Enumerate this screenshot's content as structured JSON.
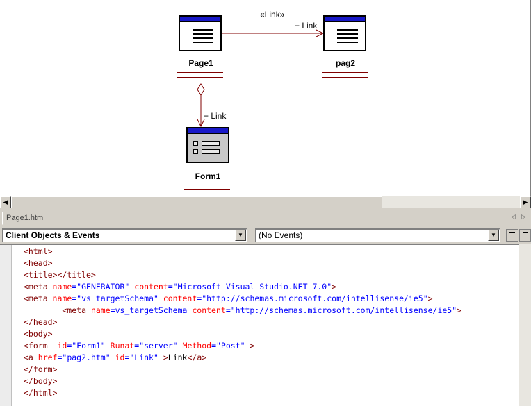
{
  "diagram": {
    "nodes": [
      {
        "id": "page1",
        "label": "Page1",
        "kind": "page"
      },
      {
        "id": "pag2",
        "label": "pag2",
        "kind": "page"
      },
      {
        "id": "form1",
        "label": "Form1",
        "kind": "form"
      }
    ],
    "connectors": [
      {
        "from": "Page1",
        "to": "pag2",
        "stereotype": "«Link»",
        "role": "+ Link"
      },
      {
        "from": "Page1",
        "to": "Form1",
        "role": "+ Link",
        "end": "aggregation"
      }
    ]
  },
  "tab": {
    "label": "Page1.htm"
  },
  "objects_combo": {
    "value": "Client Objects & Events"
  },
  "events_combo": {
    "value": "(No Events)"
  },
  "icons": {
    "scroll_left": "left-arrow-icon",
    "scroll_right": "right-arrow-icon",
    "combo_dropdown": "chevron-down-icon",
    "tab_prev": "triangle-left-icon",
    "tab_next": "triangle-right-icon"
  },
  "colors": {
    "tag": "#800000",
    "attr": "#ff0000",
    "value": "#0000ff",
    "text": "#000000",
    "connector": "#800000",
    "title_bar": "#1818c8"
  },
  "code": {
    "lines": [
      [
        {
          "t": "<html>",
          "c": "tag"
        }
      ],
      [
        {
          "t": "<head>",
          "c": "tag"
        }
      ],
      [
        {
          "t": "<title></title>",
          "c": "tag"
        }
      ],
      [
        {
          "t": "<meta ",
          "c": "tag"
        },
        {
          "t": "name",
          "c": "attr"
        },
        {
          "t": "=\"GENERATOR\" ",
          "c": "value"
        },
        {
          "t": "content",
          "c": "attr"
        },
        {
          "t": "=\"Microsoft Visual Studio.NET 7.0\"",
          "c": "value"
        },
        {
          "t": ">",
          "c": "tag"
        }
      ],
      [
        {
          "t": "<meta ",
          "c": "tag"
        },
        {
          "t": "name",
          "c": "attr"
        },
        {
          "t": "=\"vs_targetSchema\" ",
          "c": "value"
        },
        {
          "t": "content",
          "c": "attr"
        },
        {
          "t": "=\"http://schemas.microsoft.com/intellisense/ie5\"",
          "c": "value"
        },
        {
          "t": ">",
          "c": "tag"
        }
      ],
      [
        {
          "t": "        <meta ",
          "c": "tag"
        },
        {
          "t": "name",
          "c": "attr"
        },
        {
          "t": "=vs_targetSchema ",
          "c": "value"
        },
        {
          "t": "content",
          "c": "attr"
        },
        {
          "t": "=\"http://schemas.microsoft.com/intellisense/ie5\"",
          "c": "value"
        },
        {
          "t": ">",
          "c": "tag"
        }
      ],
      [
        {
          "t": "</head>",
          "c": "tag"
        }
      ],
      [
        {
          "t": "<body>",
          "c": "tag"
        }
      ],
      [
        {
          "t": "<form  ",
          "c": "tag"
        },
        {
          "t": "id",
          "c": "attr"
        },
        {
          "t": "=\"Form1\" ",
          "c": "value"
        },
        {
          "t": "Runat",
          "c": "attr"
        },
        {
          "t": "=\"server\" ",
          "c": "value"
        },
        {
          "t": "Method",
          "c": "attr"
        },
        {
          "t": "=\"Post\" ",
          "c": "value"
        },
        {
          "t": ">",
          "c": "tag"
        }
      ],
      [
        {
          "t": "<a ",
          "c": "tag"
        },
        {
          "t": "href",
          "c": "attr"
        },
        {
          "t": "=\"pag2.htm\" ",
          "c": "value"
        },
        {
          "t": "id",
          "c": "attr"
        },
        {
          "t": "=\"Link\" ",
          "c": "value"
        },
        {
          "t": ">",
          "c": "tag"
        },
        {
          "t": "Link",
          "c": "text"
        },
        {
          "t": "</a>",
          "c": "tag"
        }
      ],
      [
        {
          "t": "</form>",
          "c": "tag"
        }
      ],
      [
        {
          "t": "</body>",
          "c": "tag"
        }
      ],
      [
        {
          "t": "</html>",
          "c": "tag"
        }
      ]
    ]
  }
}
